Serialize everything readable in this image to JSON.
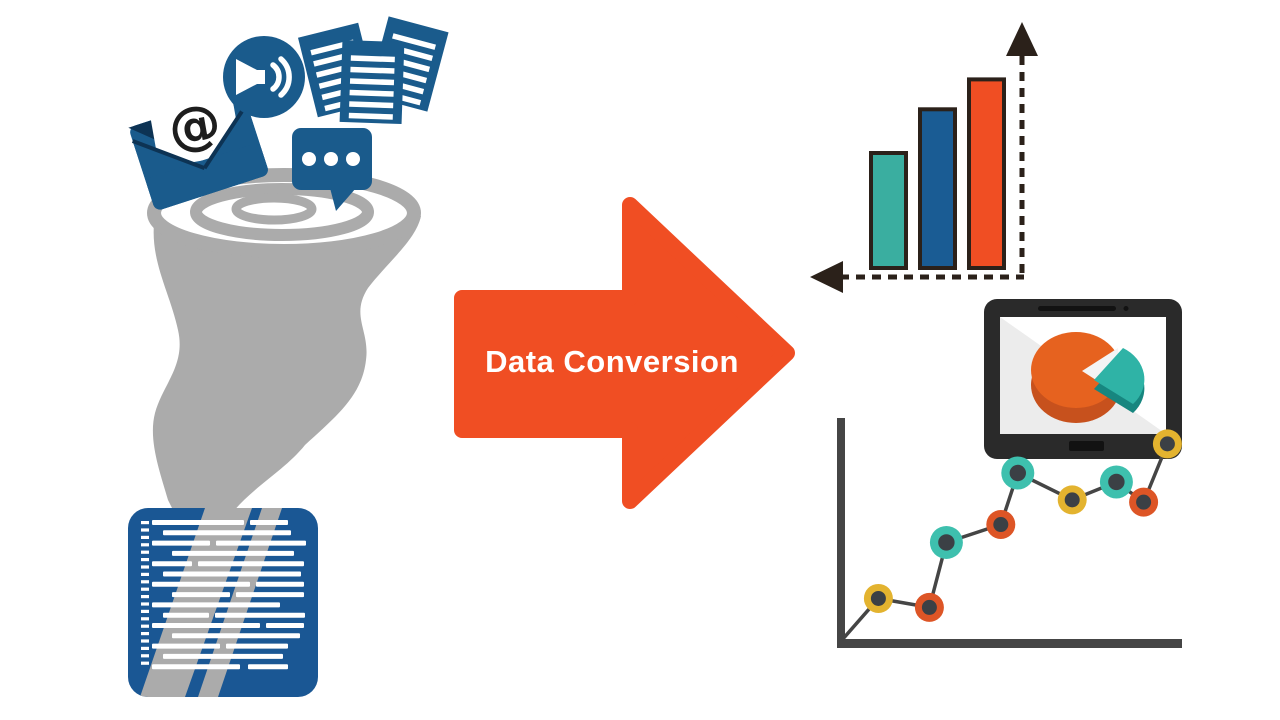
{
  "arrow": {
    "label": "Data Conversion",
    "color": "#f04e23",
    "text_color": "#ffffff"
  },
  "source_icons": {
    "email": {
      "name": "email-at-icon",
      "symbol": "@"
    },
    "audio": {
      "name": "audio-speaker-icon"
    },
    "documents": {
      "name": "documents-stack-icon"
    },
    "chat": {
      "name": "chat-bubble-icon"
    },
    "code": {
      "name": "code-block-icon"
    },
    "funnel": {
      "name": "tornado-funnel-icon"
    }
  },
  "palette": {
    "blue": "#1a5b8c",
    "dark_navy": "#0d3354",
    "gray": "#ababab",
    "orange": "#f04e23",
    "teal": "#3aaea0",
    "bar_blue": "#1a5c94",
    "yellow": "#e3b32f",
    "dot_orange": "#dd5526",
    "dot_teal": "#3ec0ae",
    "dot_inner": "#3b4045",
    "outline_dark": "#2b211a",
    "axis_gray": "#454545",
    "tablet_frame": "#2a2a2a",
    "pie_orange": "#e6621f",
    "pie_orange_dark": "#c7511d",
    "pie_teal": "#2fb3a6",
    "pie_teal_dark": "#17867f",
    "code_block_blue": "#1a5794",
    "white": "#ffffff"
  },
  "chart_data": [
    {
      "type": "bar",
      "values": [
        50,
        69,
        82
      ],
      "colors": [
        "teal",
        "bar_blue",
        "orange"
      ],
      "ylim": [
        0,
        100
      ],
      "axes_style": "dashed-with-arrows",
      "title": "",
      "xlabel": "",
      "ylabel": ""
    },
    {
      "type": "pie",
      "slices": [
        {
          "value": 80,
          "color": "pie_orange"
        },
        {
          "value": 20,
          "color": "pie_teal"
        }
      ],
      "style": "3d-exploded",
      "title": ""
    },
    {
      "type": "line",
      "points": [
        {
          "x": 1.1,
          "y": 1.9,
          "color": "yellow"
        },
        {
          "x": 2.6,
          "y": 1.5,
          "color": "dot_orange"
        },
        {
          "x": 3.1,
          "y": 4.4,
          "color": "dot_teal"
        },
        {
          "x": 4.7,
          "y": 5.2,
          "color": "dot_orange"
        },
        {
          "x": 5.2,
          "y": 7.5,
          "color": "dot_teal"
        },
        {
          "x": 6.8,
          "y": 6.3,
          "color": "yellow"
        },
        {
          "x": 8.1,
          "y": 7.1,
          "color": "dot_teal"
        },
        {
          "x": 8.9,
          "y": 6.2,
          "color": "dot_orange"
        },
        {
          "x": 9.6,
          "y": 8.8,
          "color": "yellow"
        }
      ],
      "xlim": [
        0,
        10
      ],
      "ylim": [
        0,
        10
      ],
      "grid": false,
      "legend": "none",
      "title": "",
      "xlabel": "",
      "ylabel": ""
    }
  ]
}
